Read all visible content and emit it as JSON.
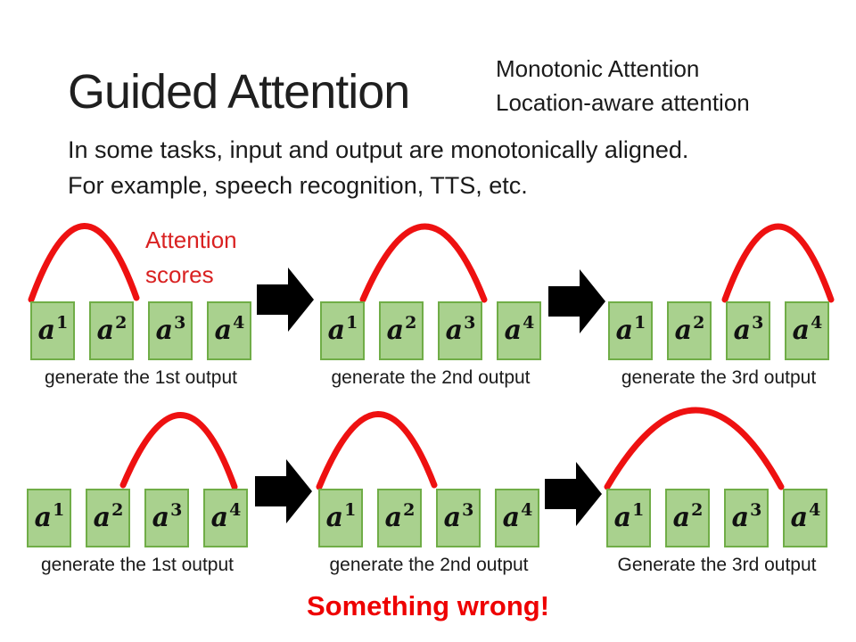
{
  "slide": {
    "title": "Guided Attention",
    "header_notes": {
      "line1": "Monotonic Attention",
      "line2": "Location-aware attention"
    },
    "intro": {
      "line1": "In some tasks, input and output are monotonically aligned.",
      "line2": "For example, speech recognition, TTS, etc."
    },
    "attention_label": {
      "line1": "Attention",
      "line2": "scores"
    },
    "warning": "Something wrong!"
  },
  "diagram": {
    "box_labels": [
      {
        "base": "a",
        "sup": "1"
      },
      {
        "base": "a",
        "sup": "2"
      },
      {
        "base": "a",
        "sup": "3"
      },
      {
        "base": "a",
        "sup": "4"
      }
    ],
    "rows": [
      {
        "captions": [
          "generate the 1st output",
          "generate the 2nd output",
          "generate the 3rd output"
        ]
      },
      {
        "captions": [
          "generate the 1st output",
          "generate the 2nd output",
          "Generate the 3rd output"
        ]
      }
    ]
  },
  "colors": {
    "red_accent": "#d92121",
    "arc_red": "#ee1111",
    "warning_red": "#ee0000",
    "box_fill": "#a9d18e",
    "box_border": "#70ad47",
    "arrow": "#000000",
    "text": "#1f1f1f",
    "background": "#ffffff"
  }
}
